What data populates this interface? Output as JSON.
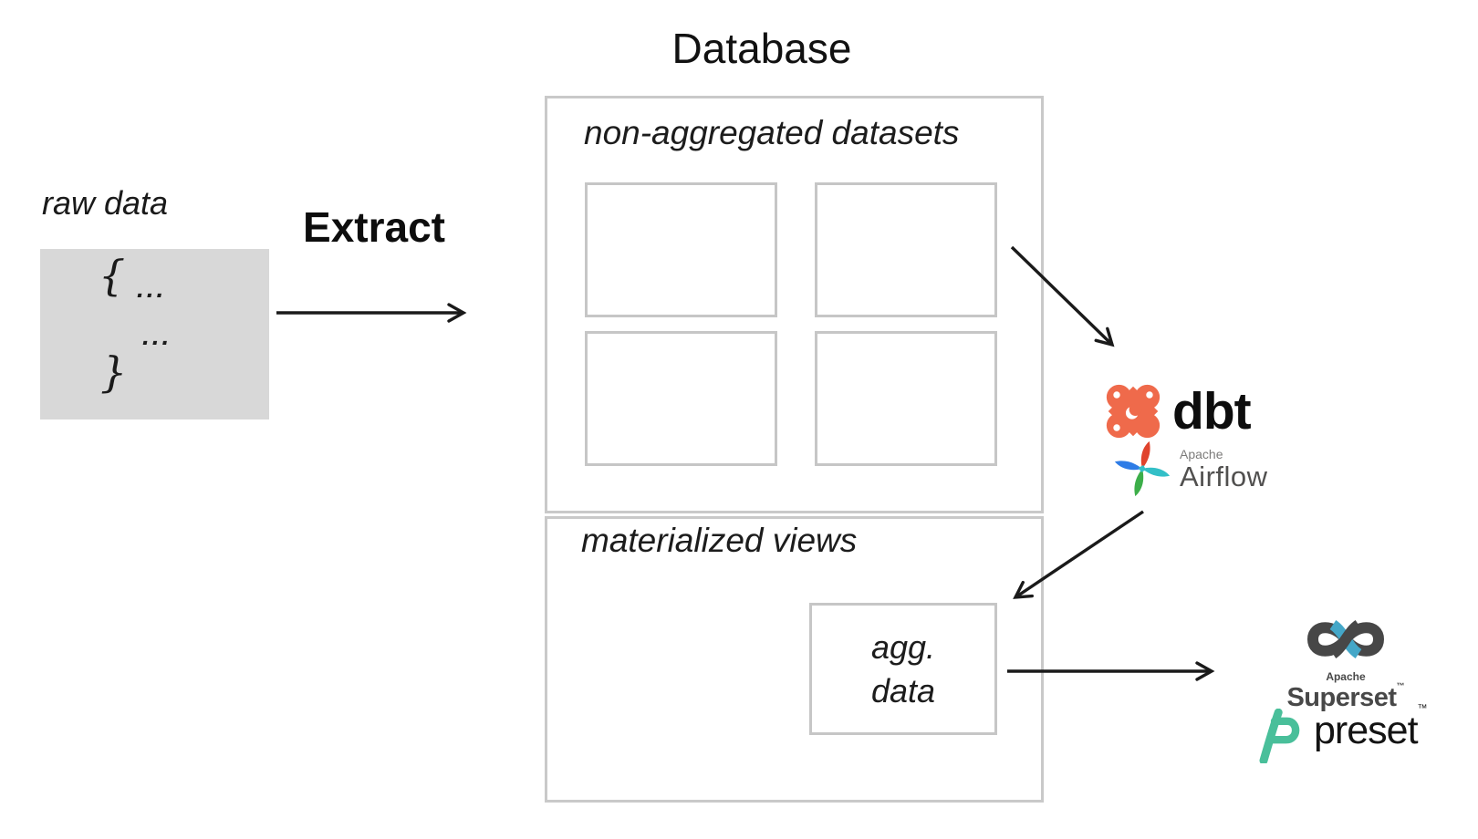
{
  "diagram": {
    "raw_data": {
      "label": "raw data",
      "brace_open": "{",
      "dots_line1": "...",
      "dots_line2": "...",
      "brace_close": "}"
    },
    "extract_label": "Extract",
    "database": {
      "title": "Database",
      "section1_label": "non-aggregated datasets",
      "section2_label": "materialized views",
      "agg_box": {
        "line1": "agg.",
        "line2": "data"
      }
    },
    "logos": {
      "dbt": {
        "name": "dbt"
      },
      "airflow": {
        "vendor": "Apache",
        "name": "Airflow"
      },
      "superset": {
        "vendor": "Apache",
        "name": "Superset",
        "tm": "™"
      },
      "preset": {
        "name": "preset",
        "tm": "™"
      }
    },
    "colors": {
      "raw_box_fill": "#d8d8d8",
      "outer_border_gray": "#c9c9c9",
      "inner_border_gray": "#c6c6c6",
      "arrow_black": "#1a1a1a",
      "dbt_orange": "#EF6A4B",
      "airflow_red": "#E0432D",
      "airflow_teal": "#33BFC7",
      "airflow_green": "#3CAE49",
      "airflow_blue": "#2E7CE6",
      "airflow_text_gray": "#51504F",
      "superset_dark": "#474747",
      "superset_blue": "#44A7C8",
      "preset_green": "#49BF9A"
    }
  }
}
